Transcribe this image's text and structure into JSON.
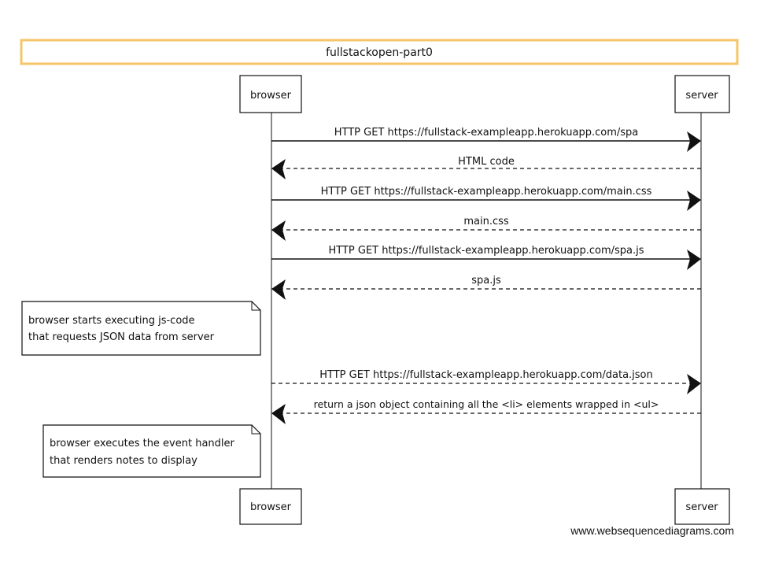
{
  "title": "fullstackopen-part0",
  "participants": {
    "browser": "browser",
    "server": "server"
  },
  "messages": [
    {
      "label": "HTTP GET https://fullstack-exampleapp.herokuapp.com/spa",
      "from": "browser",
      "to": "server",
      "style": "solid"
    },
    {
      "label": "HTML code",
      "from": "server",
      "to": "browser",
      "style": "dashed"
    },
    {
      "label": "HTTP GET https://fullstack-exampleapp.herokuapp.com/main.css",
      "from": "browser",
      "to": "server",
      "style": "solid"
    },
    {
      "label": "main.css",
      "from": "server",
      "to": "browser",
      "style": "dashed"
    },
    {
      "label": "HTTP GET https://fullstack-exampleapp.herokuapp.com/spa.js",
      "from": "browser",
      "to": "server",
      "style": "solid"
    },
    {
      "label": "spa.js",
      "from": "server",
      "to": "browser",
      "style": "dashed"
    },
    {
      "label": "HTTP GET https://fullstack-exampleapp.herokuapp.com/data.json",
      "from": "browser",
      "to": "server",
      "style": "dashed"
    },
    {
      "label": "return a json object containing all the <li> elements wrapped in <ul>",
      "from": "server",
      "to": "browser",
      "style": "dashed"
    }
  ],
  "notes": [
    {
      "lines": [
        "browser starts executing js-code",
        "that requests JSON data from server"
      ]
    },
    {
      "lines": [
        "browser executes the event handler",
        "that renders notes to display"
      ]
    }
  ],
  "credit": "www.websequencediagrams.com",
  "colors": {
    "title_border": "#f5c56a",
    "line": "#111111"
  }
}
